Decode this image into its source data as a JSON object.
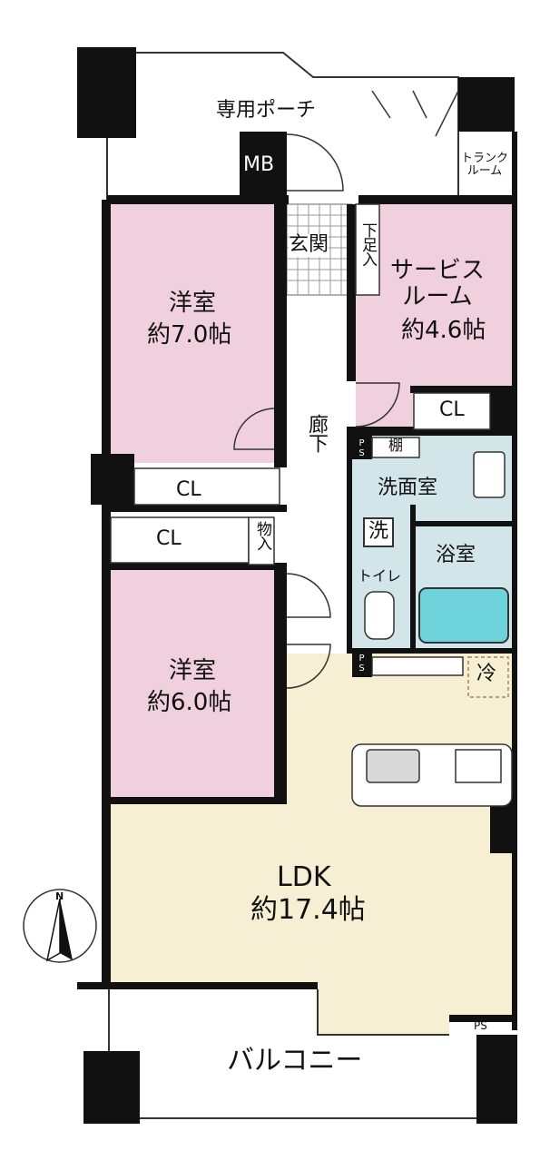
{
  "labels": {
    "porch": "専用ポーチ",
    "mb": "MB",
    "trunk_room": "トランク\nルーム",
    "genkan": "玄関",
    "shoe_storage": "下足入",
    "service_room_name": "サービス\nルーム",
    "service_room_size": "約4.6帖",
    "western_room_a_name": "洋室",
    "western_room_a_size": "約7.0帖",
    "cl_service": "CL",
    "corridor": "廊下",
    "ps_top": "PS",
    "shelf": "棚",
    "cl_upper": "CL",
    "washroom": "洗面室",
    "washer": "洗",
    "cl_lower": "CL",
    "storage": "物入",
    "bathroom": "浴室",
    "toilet": "トイレ",
    "ps_mid": "PS",
    "fridge": "冷",
    "western_room_b_name": "洋室",
    "western_room_b_size": "約6.0帖",
    "ldk_name": "LDK",
    "ldk_size": "約17.4帖",
    "north": "N",
    "ps_bottom": "PS",
    "balcony": "バルコニー"
  },
  "colors": {
    "bedroom": "#f0d0dc",
    "ldk": "#f7efd4",
    "wet_area": "#d2e5e9",
    "floor": "#ffffff",
    "wall": "#111111",
    "tub": "#6fd3dc",
    "sink": "#d9d9d9"
  }
}
